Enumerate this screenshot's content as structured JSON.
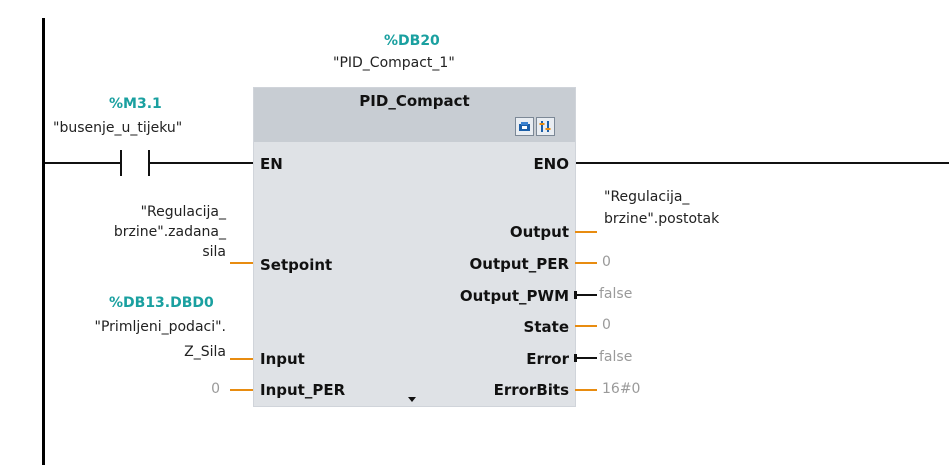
{
  "instance": {
    "db_address": "%DB20",
    "db_name": "\"PID_Compact_1\""
  },
  "block": {
    "title": "PID_Compact"
  },
  "contact": {
    "address": "%M3.1",
    "tag": "\"busenje_u_tijeku\""
  },
  "inputs": {
    "en": "EN",
    "setpoint": {
      "pin": "Setpoint",
      "tag_lines": [
        "\"Regulacija_",
        "brzine\".zadana_",
        "sila"
      ]
    },
    "input": {
      "pin": "Input",
      "address": "%DB13.DBD0",
      "tag_lines": [
        "\"Primljeni_podaci\".",
        "Z_Sila"
      ]
    },
    "input_per": {
      "pin": "Input_PER",
      "value": "0"
    }
  },
  "outputs": {
    "eno": "ENO",
    "output": {
      "pin": "Output",
      "tag_lines": [
        "\"Regulacija_",
        "brzine\".postotak"
      ]
    },
    "output_per": {
      "pin": "Output_PER",
      "value": "0"
    },
    "output_pwm": {
      "pin": "Output_PWM",
      "value": "false"
    },
    "state": {
      "pin": "State",
      "value": "0"
    },
    "error": {
      "pin": "Error",
      "value": "false"
    },
    "errorbits": {
      "pin": "ErrorBits",
      "value": "16#0"
    }
  },
  "colors": {
    "address": "#1aa0a0",
    "wire": "#e88c10",
    "block": "#dfe2e6",
    "header": "#c8cdd3",
    "value": "#9a9a9a"
  },
  "icons": [
    "download-icon",
    "parameter-settings-icon",
    "expand-arrow-icon"
  ]
}
